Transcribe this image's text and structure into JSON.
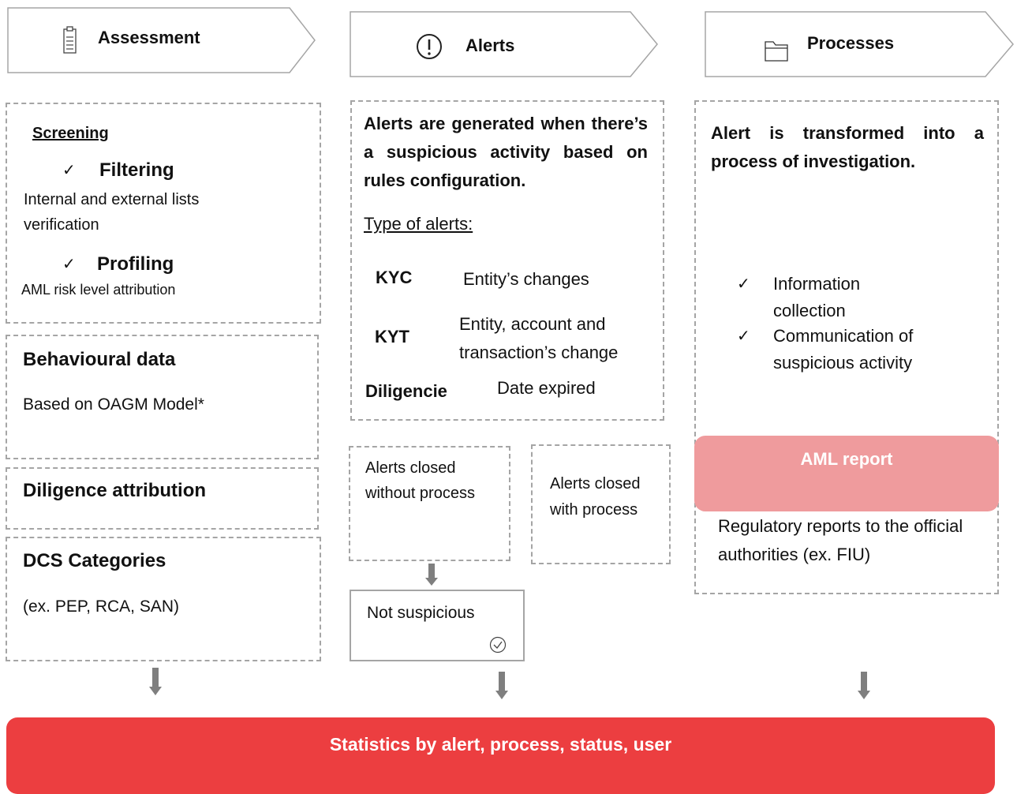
{
  "headers": {
    "assessment": {
      "label": "Assessment",
      "icon": "clipboard-icon"
    },
    "alerts": {
      "label": "Alerts",
      "icon": "exclamation-circle-icon"
    },
    "processes": {
      "label": "Processes",
      "icon": "folder-icon"
    }
  },
  "assessment": {
    "screening": {
      "title": "Screening",
      "items": [
        {
          "check": "✓",
          "title": "Filtering",
          "desc": "Internal and external lists verification"
        },
        {
          "check": "✓",
          "title": "Profiling",
          "desc": "AML risk level attribution"
        }
      ]
    },
    "behavioural": {
      "title": "Behavioural data",
      "desc": "Based on OAGM Model*"
    },
    "diligence": {
      "title": "Diligence attribution"
    },
    "dcs": {
      "title": "DCS Categories",
      "desc": "(ex. PEP, RCA, SAN)"
    }
  },
  "alerts": {
    "intro": "Alerts are generated when there’s a suspicious activity based on rules configuration.",
    "type_label": "Type of alerts:",
    "types": [
      {
        "code": "KYC",
        "desc": "Entity’s changes"
      },
      {
        "code": "KYT",
        "desc": "Entity, account and transaction’s change"
      },
      {
        "code": "Diligencie",
        "desc": "Date expired"
      }
    ],
    "closed_without": "Alerts closed without process",
    "closed_with": "Alerts closed with process",
    "not_suspicious": "Not suspicious"
  },
  "processes": {
    "intro": "Alert is transformed into a process of investigation.",
    "items": [
      {
        "check": "✓",
        "text": "Information collection"
      },
      {
        "check": "✓",
        "text": "Communication of suspicious activity"
      }
    ],
    "aml_report": "AML report",
    "regulatory": "Regulatory reports to the official authorities (ex. FIU)"
  },
  "footer": {
    "label": "Statistics by alert, process, status, user"
  },
  "colors": {
    "accent": "#ec3e40",
    "aml_pink": "#ef9b9d",
    "border": "#a5a5a5",
    "arrow": "#7f7f7f"
  }
}
